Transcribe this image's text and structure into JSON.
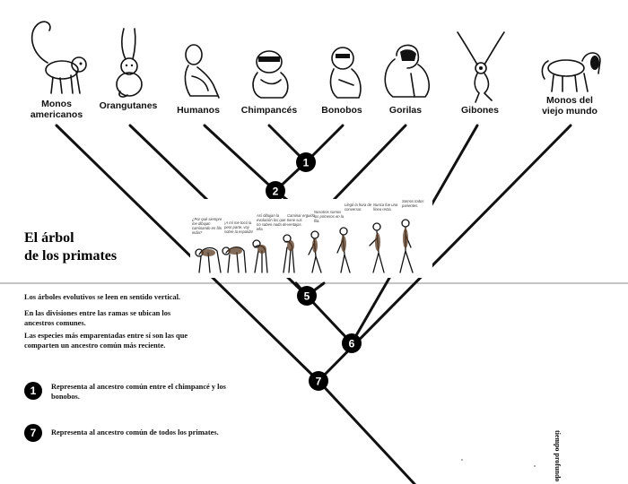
{
  "title": "El árbol\nde los primates",
  "primates": [
    {
      "id": "monos-americanos",
      "label": "Monos\namericanos"
    },
    {
      "id": "orangutanes",
      "label": "Orangutanes"
    },
    {
      "id": "humanos",
      "label": "Humanos"
    },
    {
      "id": "chimpances",
      "label": "Chimpancés"
    },
    {
      "id": "bonobos",
      "label": "Bonobos"
    },
    {
      "id": "gorilas",
      "label": "Gorilas"
    },
    {
      "id": "gibones",
      "label": "Gibones"
    },
    {
      "id": "monos-viejo-mundo",
      "label": "Monos del\nviejo mundo"
    }
  ],
  "nodes": [
    "1",
    "2",
    "5",
    "6",
    "7"
  ],
  "info": [
    "Los árboles evolutivos se leen en sentido vertical.",
    "En las divisiones entre las ramas se ubican los ancestros comunes.",
    "Las especies más emparentadas entre sí son las que comparten un ancestro común más reciente."
  ],
  "legend": [
    {
      "number": "1",
      "text": "Representa al ancestro común entre el chimpancé y los bonobos."
    },
    {
      "number": "7",
      "text": "Representa al ancestro común de todos los primates."
    }
  ],
  "deep_time_label": "tiempo profundo",
  "comic_bubbles": [
    "¿Por qué siempre me dibujan caminando en fila india?",
    "¡A mí me tocó la peor parte, voy sobre la espalda!",
    "Así dibujan la evolución los que no saben nada de ella.",
    "Caminar erguido tiene sus ventajas.",
    "Nosotros somos los primeros en la fila.",
    "Llegó la hora de conversar.",
    "Nunca fue una línea recta.",
    "Somos todos parientes."
  ]
}
